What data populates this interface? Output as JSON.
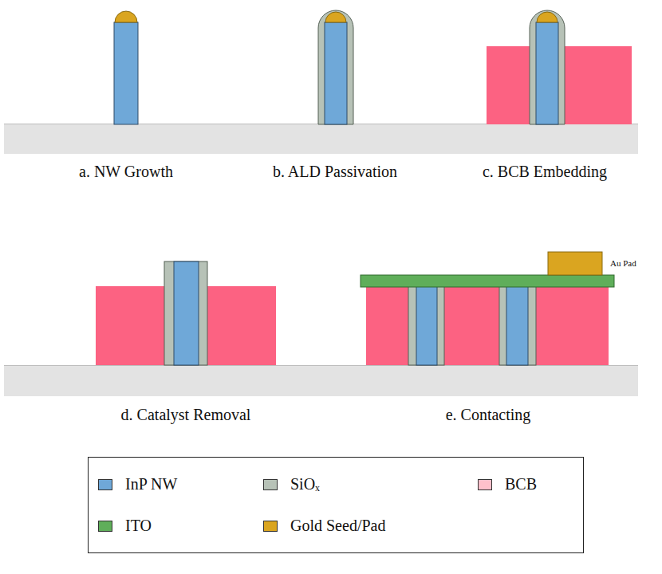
{
  "diagram": {
    "labels": [
      "a. NW Growth",
      "b. ALD Passivation",
      "c. BCB Embedding",
      "d. Catalyst Removal",
      "e. Contacting",
      "Au Pad"
    ],
    "legend": [
      {
        "text": "InP NW",
        "color": "#6fa8d8"
      },
      {
        "text": "SiOₓ",
        "color": "#b7c2b7"
      },
      {
        "text": "BCB",
        "color": "#ffc0cb"
      },
      {
        "text": "ITO",
        "color": "#5fae5a"
      },
      {
        "text": "Gold Seed/Pad",
        "color": "#daa520"
      }
    ]
  }
}
